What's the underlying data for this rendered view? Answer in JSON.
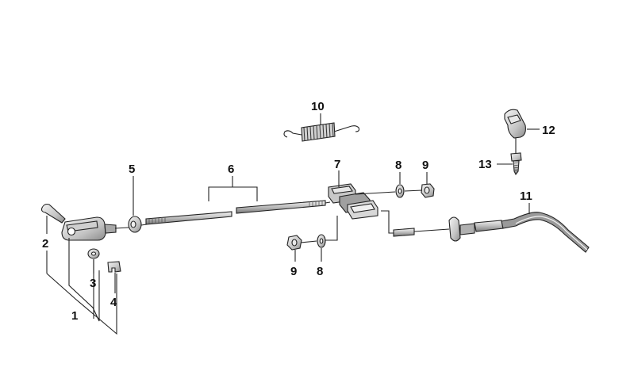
{
  "callouts": {
    "c1": "1",
    "c2": "2",
    "c3": "3",
    "c4": "4",
    "c5": "5",
    "c6": "6",
    "c7": "7",
    "c8a": "8",
    "c8b": "8",
    "c9a": "9",
    "c9b": "9",
    "c10": "10",
    "c11": "11",
    "c12": "12",
    "c13": "13"
  },
  "colors": {
    "line": "#222222",
    "part_fill_light": "#dcdcdc",
    "part_fill_mid": "#b8b8b8",
    "part_fill_dark": "#8a8a8a"
  }
}
